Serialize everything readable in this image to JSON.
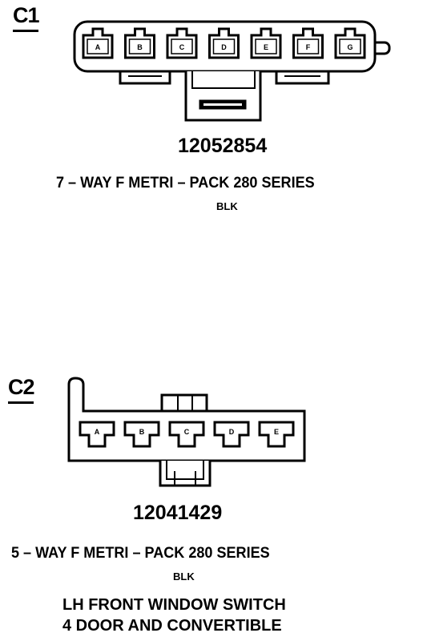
{
  "connectors": [
    {
      "label": "C1",
      "part_number": "12052854",
      "description": "7 – WAY F METRI – PACK 280 SERIES",
      "color": "BLK",
      "pins": [
        "A",
        "B",
        "C",
        "D",
        "E",
        "F",
        "G"
      ]
    },
    {
      "label": "C2",
      "part_number": "12041429",
      "description": "5 – WAY F METRI – PACK 280 SERIES",
      "color": "BLK",
      "pins": [
        "A",
        "B",
        "C",
        "D",
        "E"
      ],
      "notes": [
        "LH FRONT WINDOW SWITCH",
        "4 DOOR AND CONVERTIBLE"
      ]
    }
  ]
}
